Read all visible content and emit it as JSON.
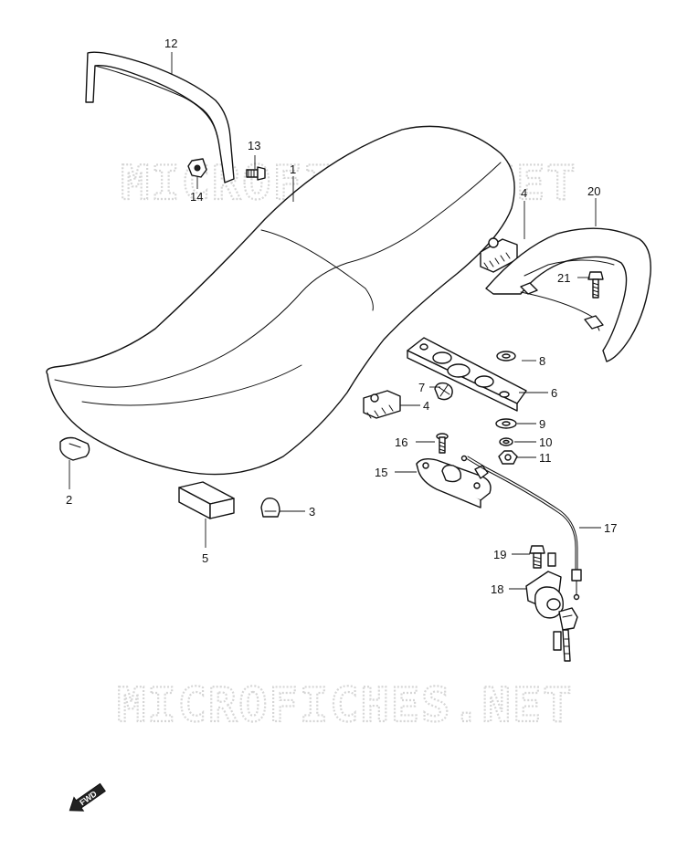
{
  "watermark": {
    "text": "MICROFICHES.NET",
    "color": "#d6d6d6"
  },
  "callouts": {
    "p1": "1",
    "p2": "2",
    "p3": "3",
    "p4a": "4",
    "p4b": "4",
    "p5": "5",
    "p6": "6",
    "p7": "7",
    "p8": "8",
    "p9": "9",
    "p10": "10",
    "p11": "11",
    "p12": "12",
    "p13": "13",
    "p14": "14",
    "p15": "15",
    "p16": "16",
    "p17": "17",
    "p18": "18",
    "p19": "19",
    "p20": "20",
    "p21": "21"
  },
  "direction_badge": {
    "label": "FWD",
    "icon": "fwd-arrow-icon"
  }
}
